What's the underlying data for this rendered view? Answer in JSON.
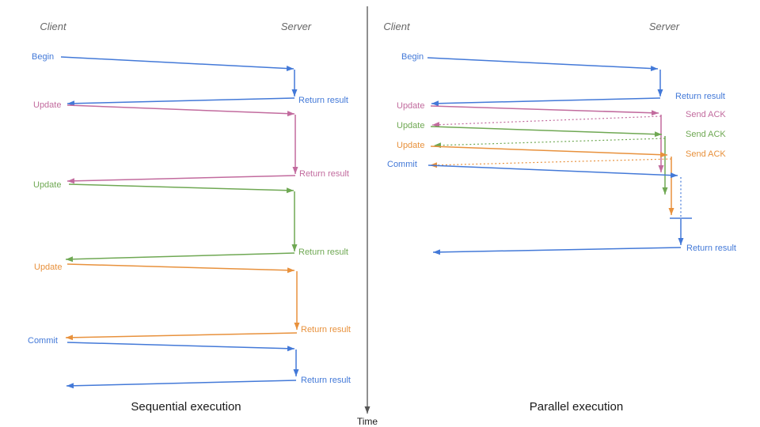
{
  "colors": {
    "blue": "#4379d8",
    "pink": "#c26b9e",
    "green": "#6fa853",
    "orange": "#e8913c",
    "header_gray": "#666666",
    "axis": "#555555",
    "title": "#1a1a1a"
  },
  "time_axis": {
    "label": "Time"
  },
  "sequential": {
    "title": "Sequential execution",
    "client": "Client",
    "server": "Server",
    "steps": [
      {
        "request": "Begin",
        "response": "Return result"
      },
      {
        "request": "Update",
        "response": "Return result"
      },
      {
        "request": "Update",
        "response": "Return result"
      },
      {
        "request": "Update",
        "response": "Return result"
      },
      {
        "request": "Commit",
        "response": "Return result"
      }
    ]
  },
  "parallel": {
    "title": "Parallel execution",
    "client": "Client",
    "server": "Server",
    "steps": [
      {
        "request": "Begin",
        "response": "Return result"
      },
      {
        "request": "Update",
        "response": "Send ACK"
      },
      {
        "request": "Update",
        "response": "Send ACK"
      },
      {
        "request": "Update",
        "response": "Send ACK"
      },
      {
        "request": "Commit",
        "response": "Return result"
      }
    ]
  }
}
